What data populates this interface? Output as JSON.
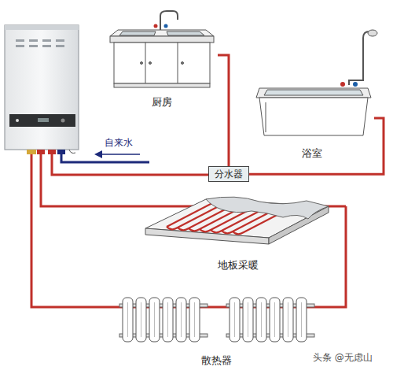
{
  "diagram": {
    "nodes": [
      {
        "text": [
          "厨房"
        ]
      },
      {
        "text": [
          "浴室"
        ]
      },
      {
        "text": [
          "分水器"
        ]
      },
      {
        "text": [
          "地板采暖"
        ]
      },
      {
        "text": [
          "散热器"
        ]
      }
    ],
    "edges": [
      {
        "from": 2,
        "to": 0,
        "arrow": "none"
      },
      {
        "from": 2,
        "to": 1,
        "arrow": "none"
      }
    ],
    "labels": [
      "自来水",
      "头条 @无虑山"
    ]
  }
}
